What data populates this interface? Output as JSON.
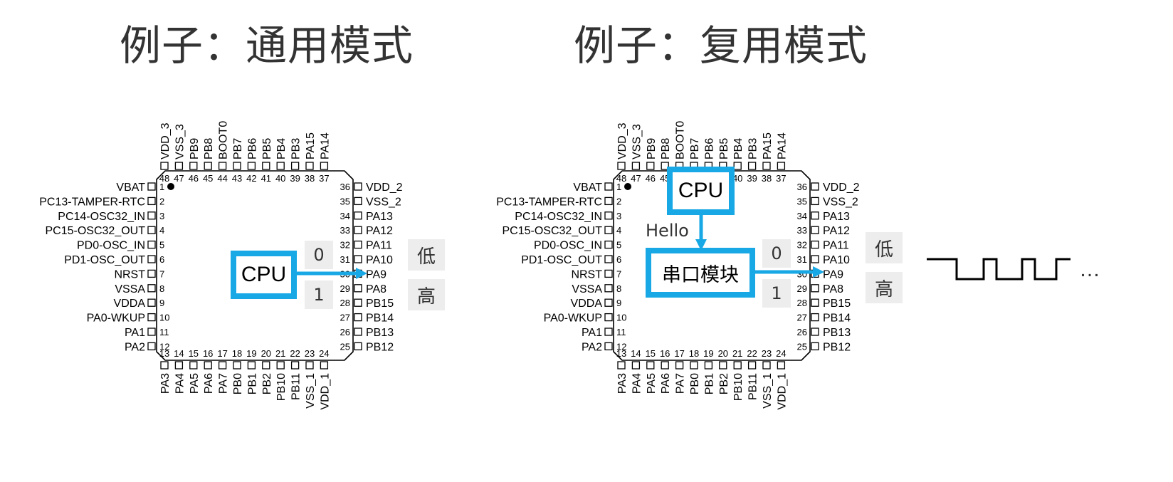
{
  "titles": {
    "left": "例子：通用模式",
    "right": "例子：复用模式"
  },
  "chip": {
    "top_pins": {
      "labels": [
        "VDD_3",
        "VSS_3",
        "PB9",
        "PB8",
        "BOOT0",
        "PB7",
        "PB6",
        "PB5",
        "PB4",
        "PB3",
        "PA15",
        "PA14"
      ],
      "numbers": [
        "48",
        "47",
        "46",
        "45",
        "44",
        "43",
        "42",
        "41",
        "40",
        "39",
        "38",
        "37"
      ]
    },
    "left_pins": {
      "labels": [
        "VBAT",
        "PC13-TAMPER-RTC",
        "PC14-OSC32_IN",
        "PC15-OSC32_OUT",
        "PD0-OSC_IN",
        "PD1-OSC_OUT",
        "NRST",
        "VSSA",
        "VDDA",
        "PA0-WKUP",
        "PA1",
        "PA2"
      ],
      "numbers": [
        "1",
        "2",
        "3",
        "4",
        "5",
        "6",
        "7",
        "8",
        "9",
        "10",
        "11",
        "12"
      ]
    },
    "right_pins": {
      "labels": [
        "VDD_2",
        "VSS_2",
        "PA13",
        "PA12",
        "PA11",
        "PA10",
        "PA9",
        "PA8",
        "PB15",
        "PB14",
        "PB13",
        "PB12"
      ],
      "numbers": [
        "36",
        "35",
        "34",
        "33",
        "32",
        "31",
        "30",
        "29",
        "28",
        "27",
        "26",
        "25"
      ]
    },
    "bottom_pins": {
      "labels": [
        "PA3",
        "PA4",
        "PA5",
        "PA6",
        "PA7",
        "PB0",
        "PB1",
        "PB2",
        "PB10",
        "PB11",
        "VSS_1",
        "VDD_1"
      ],
      "numbers": [
        "13",
        "14",
        "15",
        "16",
        "17",
        "18",
        "19",
        "20",
        "21",
        "22",
        "23",
        "24"
      ]
    }
  },
  "left_example": {
    "cpu_label": "CPU",
    "state_low": "0",
    "state_high": "1",
    "level_low": "低",
    "level_high": "高"
  },
  "right_example": {
    "cpu_label": "CPU",
    "module_label": "串口模块",
    "message_label": "Hello",
    "state_low": "0",
    "state_high": "1",
    "level_low": "低",
    "level_high": "高",
    "ellipsis": "…"
  },
  "colors": {
    "accent": "#17a8e5",
    "label_bg": "#ededed",
    "title": "#333333",
    "chip_line": "#000000"
  }
}
